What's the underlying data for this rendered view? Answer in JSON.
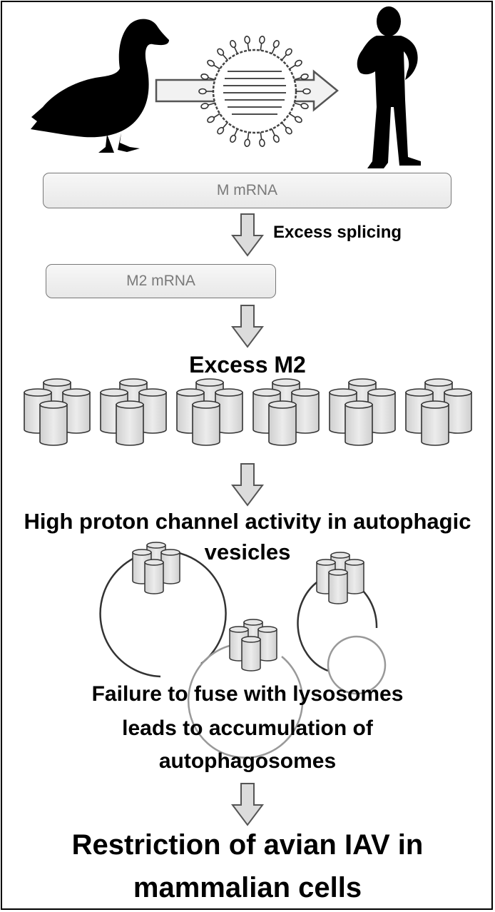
{
  "mrna_box_label": "M mRNA",
  "splicing_label": "Excess splicing",
  "m2_mrna_box_label": "M2 mRNA",
  "excess_m2_label": "Excess M2",
  "proton_activity_label_line1": "High proton channel activity in autophagic",
  "proton_activity_label_line2": "vesicles",
  "fusion_failure_line1": "Failure to fuse with lysosomes",
  "fusion_failure_line2": "leads to accumulation of",
  "fusion_failure_line3": "autophagosomes",
  "conclusion_line1": "Restriction of avian IAV in",
  "conclusion_line2": "mammalian cells",
  "icons": {
    "duck": "duck-silhouette-icon",
    "virus": "influenza-virus-icon",
    "human": "human-silhouette-icon",
    "channel": "m2-channel-icon"
  }
}
